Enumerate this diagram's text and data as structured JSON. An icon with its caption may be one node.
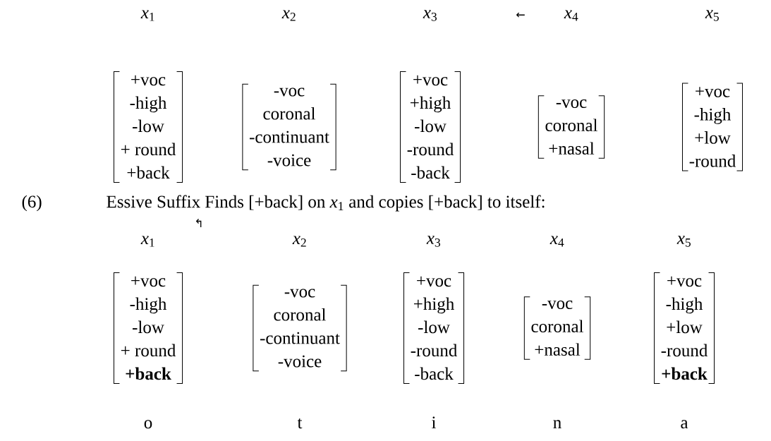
{
  "diagram": {
    "nodes": [
      {
        "text": [
          "*x*$_{1}$"
        ]
      },
      {
        "text": [
          "*x*$_{2}$"
        ]
      },
      {
        "text": [
          "*x*$_{3}$"
        ]
      },
      {
        "text": [
          "*x*$_{4}$"
        ]
      },
      {
        "text": [
          "*x*$_{5}$"
        ]
      },
      {
        "text": [
          "+voc",
          "-high",
          "-low",
          "+ round",
          "+back"
        ]
      },
      {
        "text": [
          "-voc",
          "coronal",
          "-continuant",
          "-voice"
        ]
      },
      {
        "text": [
          "+voc",
          "+high",
          "-low",
          "-round",
          "-back"
        ]
      },
      {
        "text": [
          "-voc",
          "coronal",
          "+nasal"
        ]
      },
      {
        "text": [
          "+voc",
          "-high",
          "+low",
          "-round"
        ]
      },
      {
        "text": [
          "*x*$_{1}$"
        ]
      },
      {
        "text": [
          "*x*$_{2}$"
        ]
      },
      {
        "text": [
          "*x*$_{3}$"
        ]
      },
      {
        "text": [
          "*x*$_{4}$"
        ]
      },
      {
        "text": [
          "*x*$_{5}$"
        ]
      },
      {
        "text": [
          "+voc",
          "-high",
          "-low",
          "+ round",
          "**+back**"
        ],
        "beside": [
          "o"
        ]
      },
      {
        "text": [
          "-voc",
          "coronal",
          "-continuant",
          "-voice"
        ],
        "beside": [
          "t"
        ]
      },
      {
        "text": [
          "+voc",
          "+high",
          "-low",
          "-round",
          "-back"
        ],
        "beside": [
          "i"
        ]
      },
      {
        "text": [
          "-voc",
          "coronal",
          "+nasal"
        ],
        "beside": [
          "n"
        ]
      },
      {
        "text": [
          "+voc",
          "-high",
          "+low",
          "-round",
          "**+back**"
        ],
        "beside": [
          "a"
        ]
      }
    ],
    "labels": [
      "←",
      "(6)",
      "Essive Suffix Finds [+back] on *x*$_{1}$ and copies [+back] to itself:",
      "↰"
    ]
  }
}
